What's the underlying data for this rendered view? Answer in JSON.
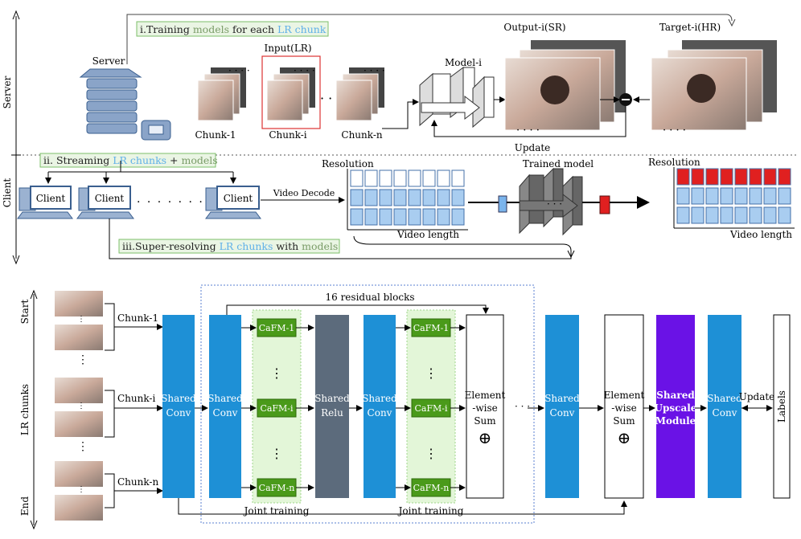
{
  "top": {
    "side_server": "Server",
    "side_client": "Client",
    "server_label": "Server",
    "input_label": "Input(LR)",
    "model_label": "Model-i",
    "output_label": "Output-i(SR)",
    "target_label": "Target-i(HR)",
    "chunk1": "Chunk-1",
    "chunki": "Chunk-i",
    "chunkn": "Chunk-n",
    "update": "Update",
    "step1": {
      "a": "i.Training ",
      "b": "models",
      "c": " for each  ",
      "d": "LR chunk"
    },
    "step2": {
      "a": "ii. Streaming ",
      "b": "LR chunks",
      "c": " + ",
      "d": "models"
    },
    "step3": {
      "a": "iii.Super-resolving ",
      "b": "LR chunks",
      "c": " with ",
      "d": "models"
    },
    "client": "Client",
    "video_decode": "Video Decode",
    "resolution": "Resolution",
    "video_length": "Video length",
    "trained_model": "Trained model"
  },
  "bottom": {
    "start": "Start",
    "end": "End",
    "lr_chunks": "LR chunks",
    "chunk1": "Chunk-1",
    "chunki": "Chunk-i",
    "chunkn": "Chunk-n",
    "residual": "16 residual blocks",
    "shared_conv_a": "Shared",
    "shared_conv_b": "Conv",
    "shared_relu_b": "Relu",
    "cafm1": "CaFM-1",
    "cafmi": "CaFM-i",
    "cafmn": "CaFM-n",
    "joint": "Joint training",
    "ews_1": "Element",
    "ews_2": "-wise",
    "ews_3": "Sum",
    "ews_sym": "⊕",
    "ews2_1": "Element",
    "ews2_2": "-wise",
    "upscale_1": "Shared",
    "upscale_2": "Upscale",
    "upscale_3": "Module",
    "update": "Update",
    "labels": "Labels",
    "dots": "·  ·  ·"
  },
  "colors": {
    "blue": "#1e90d6",
    "green": "#4a9a1a",
    "gray": "#5c6b7c",
    "purple": "#6a12e6",
    "red": "#e02020",
    "lightblue": "#a9cdf0"
  }
}
